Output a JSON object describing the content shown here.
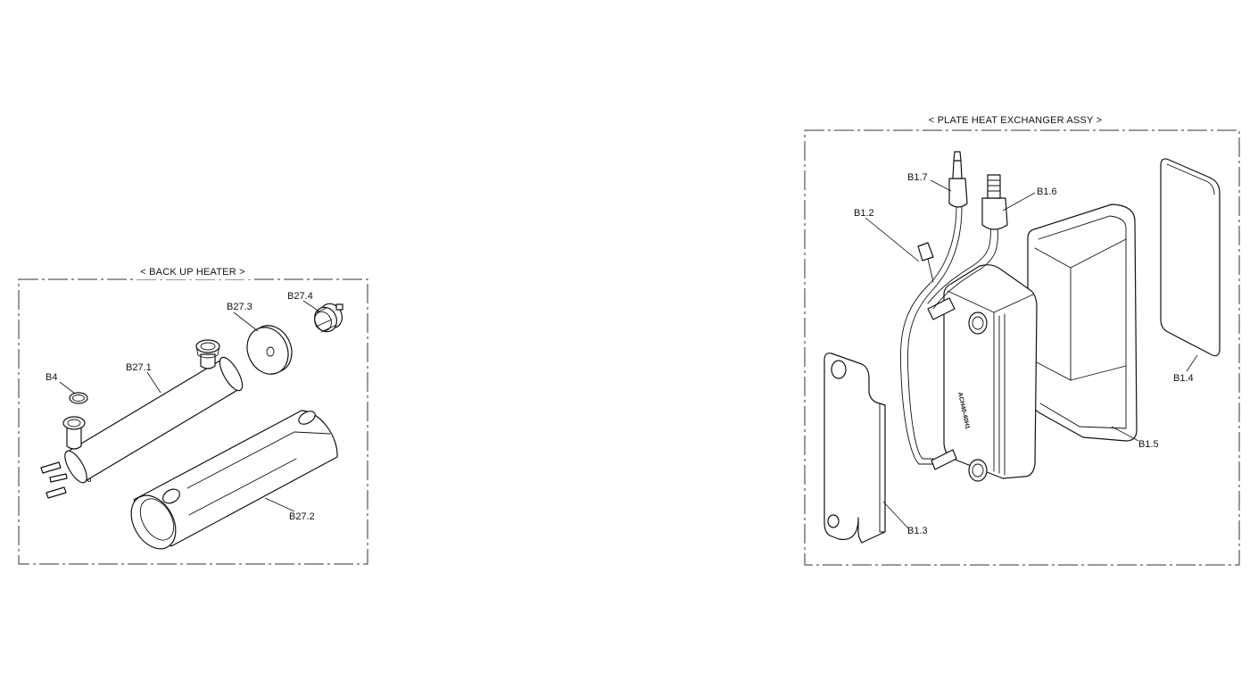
{
  "assemblies": [
    {
      "title": "< BACK UP HEATER >",
      "labels": [
        "B4",
        "B27.1",
        "B27.3",
        "B27.4",
        "B27.2"
      ]
    },
    {
      "title": "< PLATE HEAT EXCHANGER ASSY >",
      "labels": [
        "B1.7",
        "B1.6",
        "B1.2",
        "B1.4",
        "B1.5",
        "B1.3"
      ],
      "plate_marking": "ACH40-40H1"
    }
  ]
}
